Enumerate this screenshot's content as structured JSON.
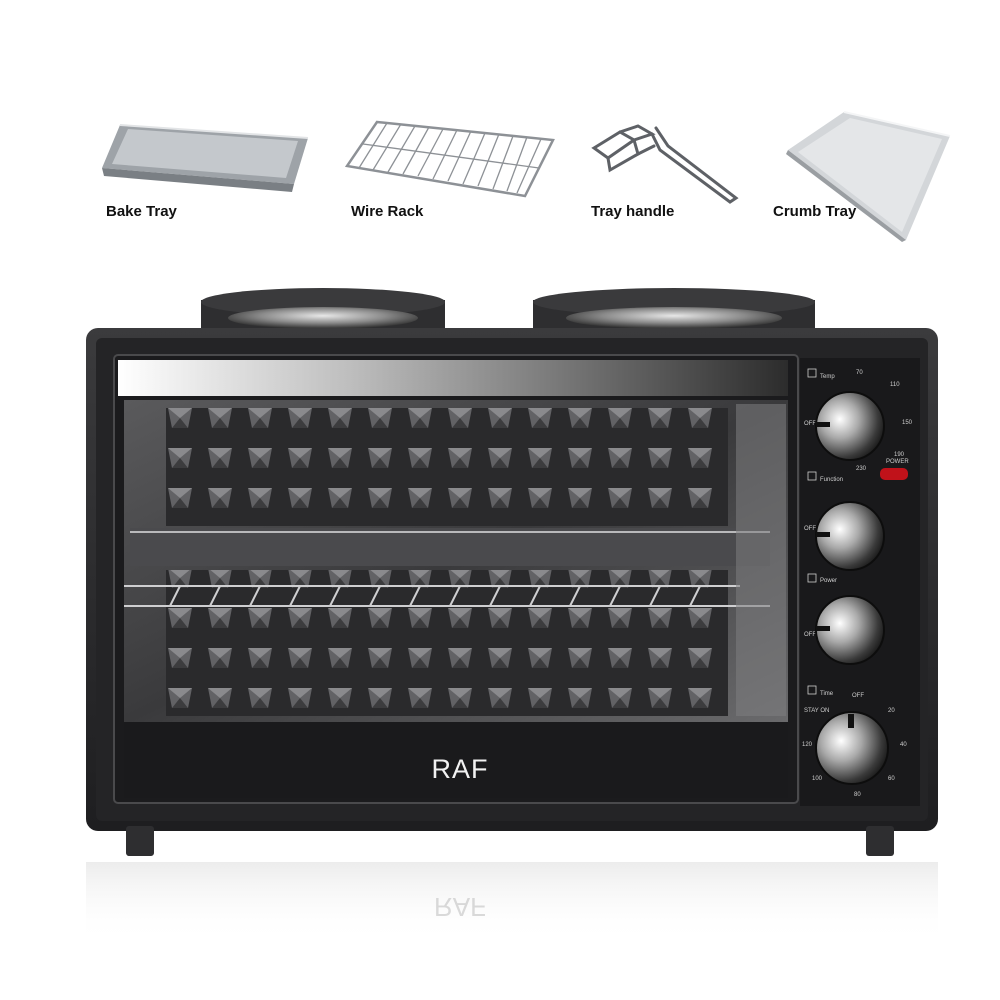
{
  "accessories": [
    {
      "label": "Bake Tray",
      "icon": "bake-tray-icon"
    },
    {
      "label": "Wire Rack",
      "icon": "wire-rack-icon"
    },
    {
      "label": "Tray handle",
      "icon": "tray-handle-icon"
    },
    {
      "label": "Crumb Tray",
      "icon": "crumb-tray-icon"
    }
  ],
  "oven": {
    "brand": "RAF",
    "brand_reflection": "RAF",
    "dials": {
      "temp": {
        "label": "Temp",
        "off": "OFF",
        "ticks": [
          "70",
          "110",
          "150",
          "190",
          "230"
        ],
        "power_label": "POWER"
      },
      "function": {
        "label": "Function",
        "off": "OFF"
      },
      "power": {
        "label": "Power",
        "off": "OFF"
      },
      "time": {
        "label": "Time",
        "off": "OFF",
        "stay_on": "STAY ON",
        "ticks": [
          "20",
          "40",
          "60",
          "80",
          "100",
          "120"
        ]
      }
    }
  },
  "colors": {
    "body": "#2a2a2c",
    "panel": "#1c1c1e",
    "indicator": "#c0121a"
  }
}
